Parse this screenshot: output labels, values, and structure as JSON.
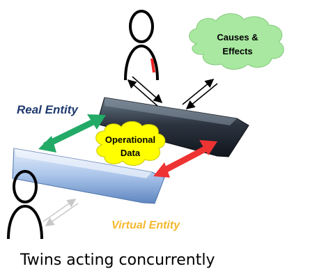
{
  "labels": {
    "real_entity": "Real Entity",
    "virtual_entity": "Virtual Entity",
    "causes_line1": "Causes &",
    "causes_line2": "Effects",
    "operational_line1": "Operational",
    "operational_line2": "Data",
    "caption": "Twins acting concurrently"
  },
  "colors": {
    "real_entity_text": "#1f3a6e",
    "virtual_entity_text": "#f5b82e",
    "green_cloud": "#a8e8a0",
    "yellow_cloud": "#ffff00",
    "green_arrow": "#22aa66",
    "red_arrow": "#ee3333",
    "dark_plate": "#2c3440",
    "light_plate": "#a9c4ea"
  }
}
